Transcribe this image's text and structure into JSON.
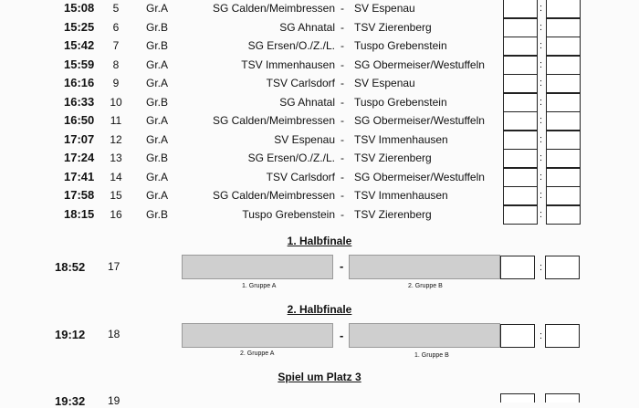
{
  "matches": [
    {
      "time": "15:08",
      "num": "5",
      "group": "Gr.A",
      "home": "SG Calden/Meimbressen",
      "away": "SV Espenau"
    },
    {
      "time": "15:25",
      "num": "6",
      "group": "Gr.B",
      "home": "SG Ahnatal",
      "away": "TSV Zierenberg"
    },
    {
      "time": "15:42",
      "num": "7",
      "group": "Gr.B",
      "home": "SG Ersen/O./Z./L.",
      "away": "Tuspo Grebenstein"
    },
    {
      "time": "15:59",
      "num": "8",
      "group": "Gr.A",
      "home": "TSV Immenhausen",
      "away": "SG Obermeiser/Westuffeln"
    },
    {
      "time": "16:16",
      "num": "9",
      "group": "Gr.A",
      "home": "TSV Carlsdorf",
      "away": "SV Espenau"
    },
    {
      "time": "16:33",
      "num": "10",
      "group": "Gr.B",
      "home": "SG Ahnatal",
      "away": "Tuspo Grebenstein"
    },
    {
      "time": "16:50",
      "num": "11",
      "group": "Gr.A",
      "home": "SG Calden/Meimbressen",
      "away": "SG Obermeiser/Westuffeln"
    },
    {
      "time": "17:07",
      "num": "12",
      "group": "Gr.A",
      "home": "SV Espenau",
      "away": "TSV Immenhausen"
    },
    {
      "time": "17:24",
      "num": "13",
      "group": "Gr.B",
      "home": "SG Ersen/O./Z./L.",
      "away": "TSV Zierenberg"
    },
    {
      "time": "17:41",
      "num": "14",
      "group": "Gr.A",
      "home": "TSV Carlsdorf",
      "away": "SG Obermeiser/Westuffeln"
    },
    {
      "time": "17:58",
      "num": "15",
      "group": "Gr.A",
      "home": "SG Calden/Meimbressen",
      "away": "TSV Immenhausen"
    },
    {
      "time": "18:15",
      "num": "16",
      "group": "Gr.B",
      "home": "Tuspo Grebenstein",
      "away": "TSV Zierenberg"
    }
  ],
  "separator": "-",
  "score_separator": ":",
  "semi1": {
    "title": "1. Halbfinale",
    "time": "18:52",
    "num": "17",
    "left_label": "1. Gruppe A",
    "right_label": "2. Gruppe B"
  },
  "semi2": {
    "title": "2. Halbfinale",
    "time": "19:12",
    "num": "18",
    "left_label": "2. Gruppe A",
    "right_label": "1. Gruppe B"
  },
  "third": {
    "title": "Spiel um Platz 3",
    "time": "19:32",
    "num": "19"
  }
}
